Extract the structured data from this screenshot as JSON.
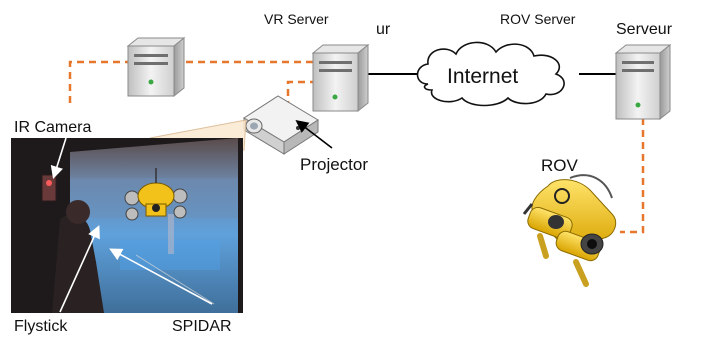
{
  "labels": {
    "vr_server": "VR Server",
    "ur": "ur",
    "rov_server": "ROV Server",
    "serveur": "Serveur",
    "internet": "Internet",
    "ir_camera": "IR Camera",
    "projector": "Projector",
    "rov": "ROV",
    "flystick": "Flystick",
    "spidar": "SPIDAR"
  },
  "colors": {
    "dashed_link": "#e8772e",
    "solid_link": "#000000",
    "rov_body": "#f2c21b",
    "screen": "#5f9ed8"
  }
}
